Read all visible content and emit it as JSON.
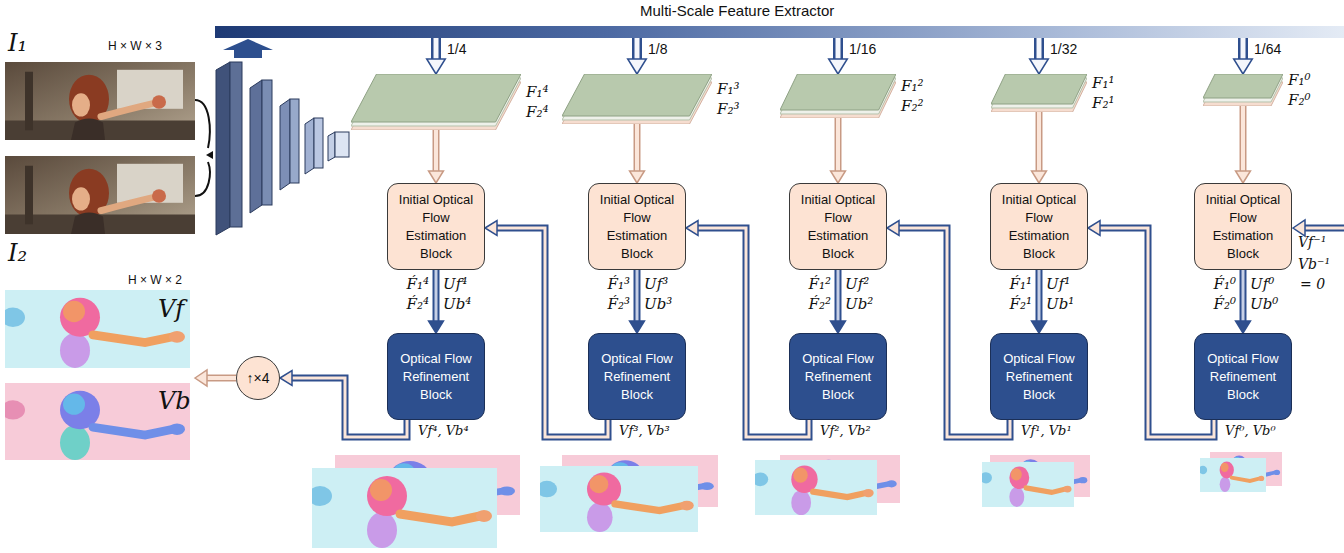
{
  "diagram": {
    "nodes": [
      {
        "text": [
          "Multi-Scale Feature Extractor"
        ]
      },
      {
        "text": [
          "F₁⁴",
          "F₂⁴"
        ]
      },
      {
        "text": [
          "F₁³",
          "F₂³"
        ]
      },
      {
        "text": [
          "F₁²",
          "F₂²"
        ]
      },
      {
        "text": [
          "F₁¹",
          "F₂¹"
        ]
      },
      {
        "text": [
          "F₁⁰",
          "F₂⁰"
        ]
      },
      {
        "text": [
          "Initial Optical Flow Estimation Block"
        ]
      },
      {
        "text": [
          "Initial Optical Flow Estimation Block"
        ]
      },
      {
        "text": [
          "Initial Optical Flow Estimation Block"
        ]
      },
      {
        "text": [
          "Initial Optical Flow Estimation Block"
        ]
      },
      {
        "text": [
          "Initial Optical Flow Estimation Block"
        ]
      },
      {
        "text": [
          "Optical Flow Refinement Block"
        ]
      },
      {
        "text": [
          "Optical Flow Refinement Block"
        ]
      },
      {
        "text": [
          "Optical Flow Refinement Block"
        ]
      },
      {
        "text": [
          "Optical Flow Refinement Block"
        ]
      },
      {
        "text": [
          "Optical Flow Refinement Block"
        ]
      },
      {
        "text": [
          "↑×4"
        ]
      }
    ],
    "edges": [
      {
        "from": 0,
        "to": 1,
        "label": "1/4",
        "arrow": "to"
      },
      {
        "from": 0,
        "to": 2,
        "label": "1/8",
        "arrow": "to"
      },
      {
        "from": 0,
        "to": 3,
        "label": "1/16",
        "arrow": "to"
      },
      {
        "from": 0,
        "to": 4,
        "label": "1/32",
        "arrow": "to"
      },
      {
        "from": 0,
        "to": 5,
        "label": "1/64",
        "arrow": "to"
      },
      {
        "from": 1,
        "to": 6,
        "arrow": "to"
      },
      {
        "from": 2,
        "to": 7,
        "arrow": "to"
      },
      {
        "from": 3,
        "to": 8,
        "arrow": "to"
      },
      {
        "from": 4,
        "to": 9,
        "arrow": "to"
      },
      {
        "from": 5,
        "to": 10,
        "arrow": "to"
      },
      {
        "from": 6,
        "to": 11,
        "arrow": "to"
      },
      {
        "from": 7,
        "to": 12,
        "arrow": "to"
      },
      {
        "from": 8,
        "to": 13,
        "arrow": "to"
      },
      {
        "from": 9,
        "to": 14,
        "arrow": "to"
      },
      {
        "from": 10,
        "to": 15,
        "arrow": "to"
      },
      {
        "from": 12,
        "to": 6,
        "arrow": "to"
      },
      {
        "from": 13,
        "to": 7,
        "arrow": "to"
      },
      {
        "from": 14,
        "to": 8,
        "arrow": "to"
      },
      {
        "from": 15,
        "to": 9,
        "arrow": "to"
      },
      {
        "from": 11,
        "to": 16,
        "arrow": "to"
      }
    ],
    "labels": [
      "I₁",
      "H × W × 3",
      "I₂",
      "H × W × 2",
      "Vf",
      "Vb",
      "F́₁⁴",
      "F́₂⁴",
      "Uf⁴",
      "Ub⁴",
      "F́₁³",
      "F́₂³",
      "Uf³",
      "Ub³",
      "F́₁²",
      "F́₂²",
      "Uf²",
      "Ub²",
      "F́₁¹",
      "F́₂¹",
      "Uf¹",
      "Ub¹",
      "F́₁⁰",
      "F́₂⁰",
      "Uf⁰",
      "Ub⁰",
      "Vf⁴, Vb⁴",
      "Vf³, Vb³",
      "Vf², Vb²",
      "Vf¹, Vb¹",
      "Vf⁰, Vb⁰",
      "Vf⁻¹",
      "Vb⁻¹",
      "= 0"
    ]
  }
}
